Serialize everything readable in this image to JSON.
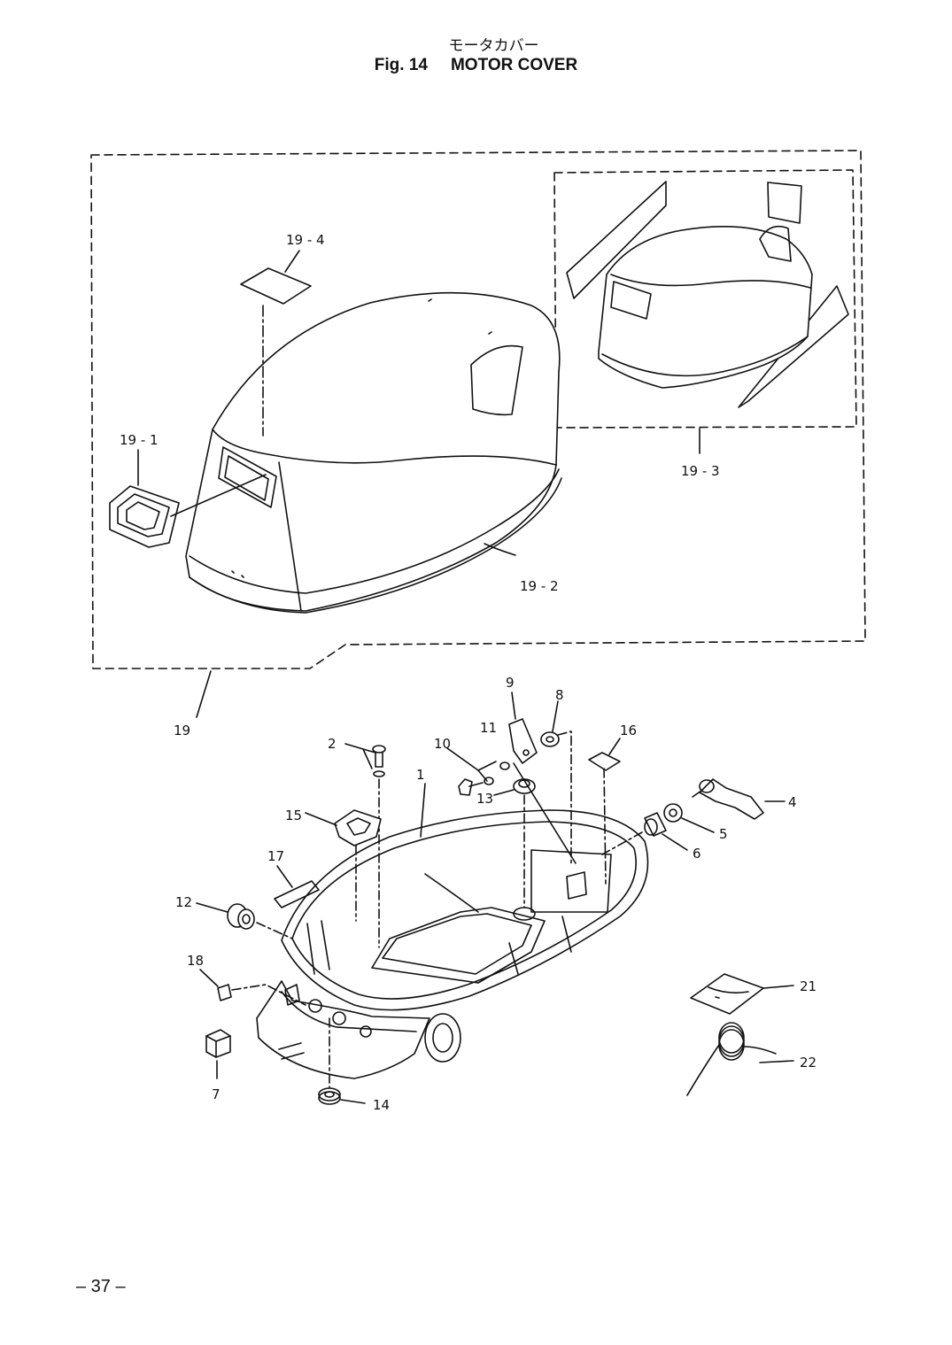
{
  "header": {
    "jp_title": "モータカバー",
    "fig_label": "Fig. 14",
    "title": "MOTOR COVER"
  },
  "callouts": {
    "c19_4": "19 - 4",
    "c19_1": "19 - 1",
    "c19_2": "19 - 2",
    "c19_3": "19 - 3",
    "c19": "19",
    "c1": "1",
    "c2": "2",
    "c4": "4",
    "c5": "5",
    "c6": "6",
    "c7": "7",
    "c8": "8",
    "c9": "9",
    "c10": "10",
    "c11": "11",
    "c12": "12",
    "c13": "13",
    "c14": "14",
    "c15": "15",
    "c16": "16",
    "c17": "17",
    "c18": "18",
    "c21": "21",
    "c22": "22"
  },
  "footer": {
    "page_number": "– 37 –"
  }
}
